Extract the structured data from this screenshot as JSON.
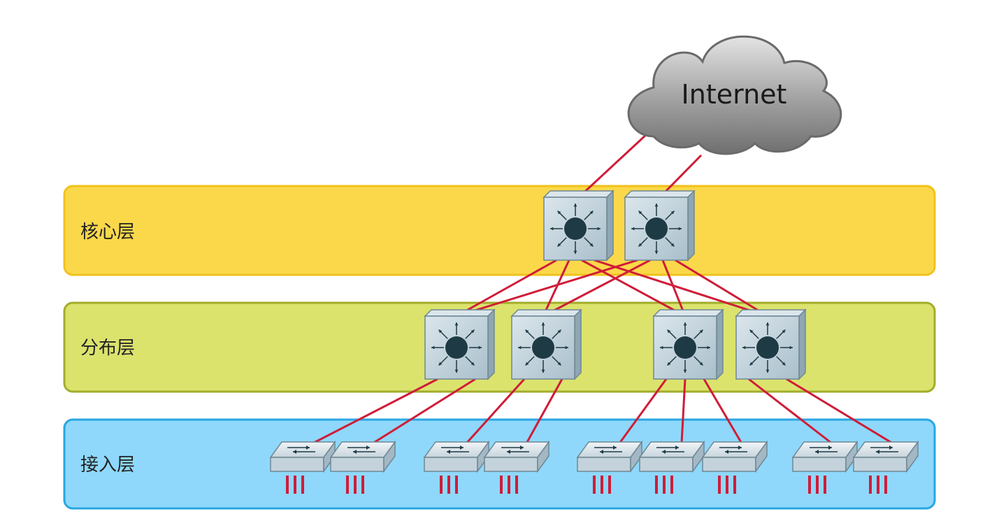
{
  "cloud": {
    "label": "Internet"
  },
  "layers": [
    {
      "id": "core",
      "label": "核心层",
      "fill": "#fbd84a",
      "stroke": "#f2c21c"
    },
    {
      "id": "distribution",
      "label": "分布层",
      "fill": "#dbe36d",
      "stroke": "#a2ad2a"
    },
    {
      "id": "access",
      "label": "接入层",
      "fill": "#8fd8fb",
      "stroke": "#28a6e2"
    }
  ],
  "colors": {
    "link": "#d01c38",
    "switch_face": "#b9ccd7",
    "switch_top": "#dbe6ec",
    "switch_side": "#8fa6b3",
    "switch_hub": "#1e3a45",
    "cloud": "#8c8c8c"
  },
  "icons": {
    "multilayer_switch": "multilayer-switch-icon",
    "access_switch": "access-switch-icon",
    "cloud": "cloud-icon"
  },
  "devices": {
    "core": [
      "core-1",
      "core-2"
    ],
    "distribution": [
      "dist-1",
      "dist-2",
      "dist-3",
      "dist-4"
    ],
    "access": [
      "acc-1",
      "acc-2",
      "acc-3",
      "acc-4",
      "acc-5",
      "acc-6",
      "acc-7",
      "acc-8",
      "acc-9"
    ]
  },
  "connections": [
    [
      "internet",
      "core-1"
    ],
    [
      "internet",
      "core-2"
    ],
    [
      "core-1",
      "dist-1"
    ],
    [
      "core-1",
      "dist-2"
    ],
    [
      "core-1",
      "dist-3"
    ],
    [
      "core-1",
      "dist-4"
    ],
    [
      "core-2",
      "dist-1"
    ],
    [
      "core-2",
      "dist-2"
    ],
    [
      "core-2",
      "dist-3"
    ],
    [
      "core-2",
      "dist-4"
    ],
    [
      "dist-1",
      "acc-1"
    ],
    [
      "dist-1",
      "acc-2"
    ],
    [
      "dist-2",
      "acc-3"
    ],
    [
      "dist-2",
      "acc-4"
    ],
    [
      "dist-3",
      "acc-5"
    ],
    [
      "dist-3",
      "acc-6"
    ],
    [
      "dist-3",
      "acc-7"
    ],
    [
      "dist-4",
      "acc-8"
    ],
    [
      "dist-4",
      "acc-9"
    ]
  ]
}
